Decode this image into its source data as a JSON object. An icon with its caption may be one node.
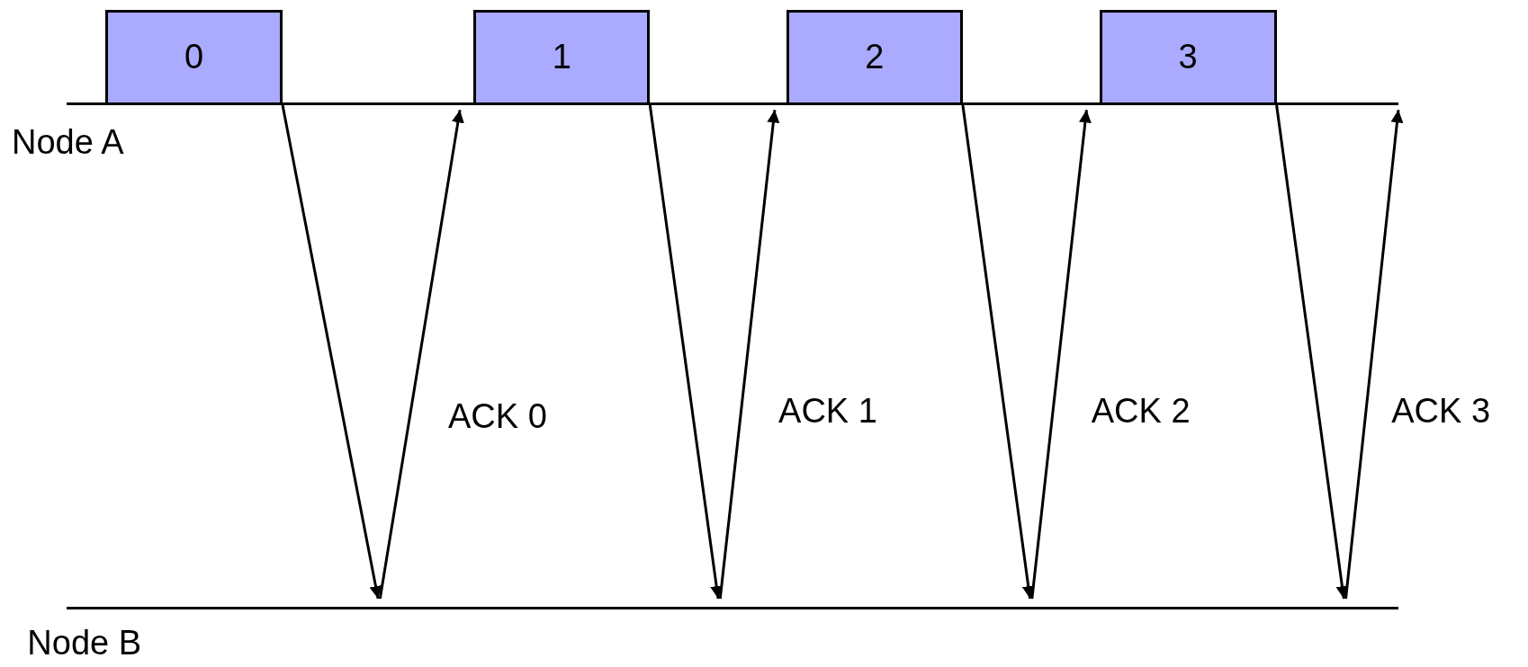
{
  "diagram": {
    "nodes": [
      {
        "text": [
          "Node A"
        ]
      },
      {
        "text": [
          "Node B"
        ]
      },
      {
        "text": [
          "0"
        ]
      },
      {
        "text": [
          "1"
        ]
      },
      {
        "text": [
          "2"
        ]
      },
      {
        "text": [
          "3"
        ]
      }
    ],
    "edges": [
      {
        "from": 2,
        "to": 1,
        "arrow": "to"
      },
      {
        "from": 1,
        "to": 0,
        "arrow": "to",
        "label": "ACK 0"
      },
      {
        "from": 3,
        "to": 1,
        "arrow": "to"
      },
      {
        "from": 1,
        "to": 0,
        "arrow": "to",
        "label": "ACK 1"
      },
      {
        "from": 4,
        "to": 1,
        "arrow": "to"
      },
      {
        "from": 1,
        "to": 0,
        "arrow": "to",
        "label": "ACK 2"
      },
      {
        "from": 5,
        "to": 1,
        "arrow": "to"
      },
      {
        "from": 1,
        "to": 0,
        "arrow": "to",
        "label": "ACK 3"
      }
    ]
  }
}
